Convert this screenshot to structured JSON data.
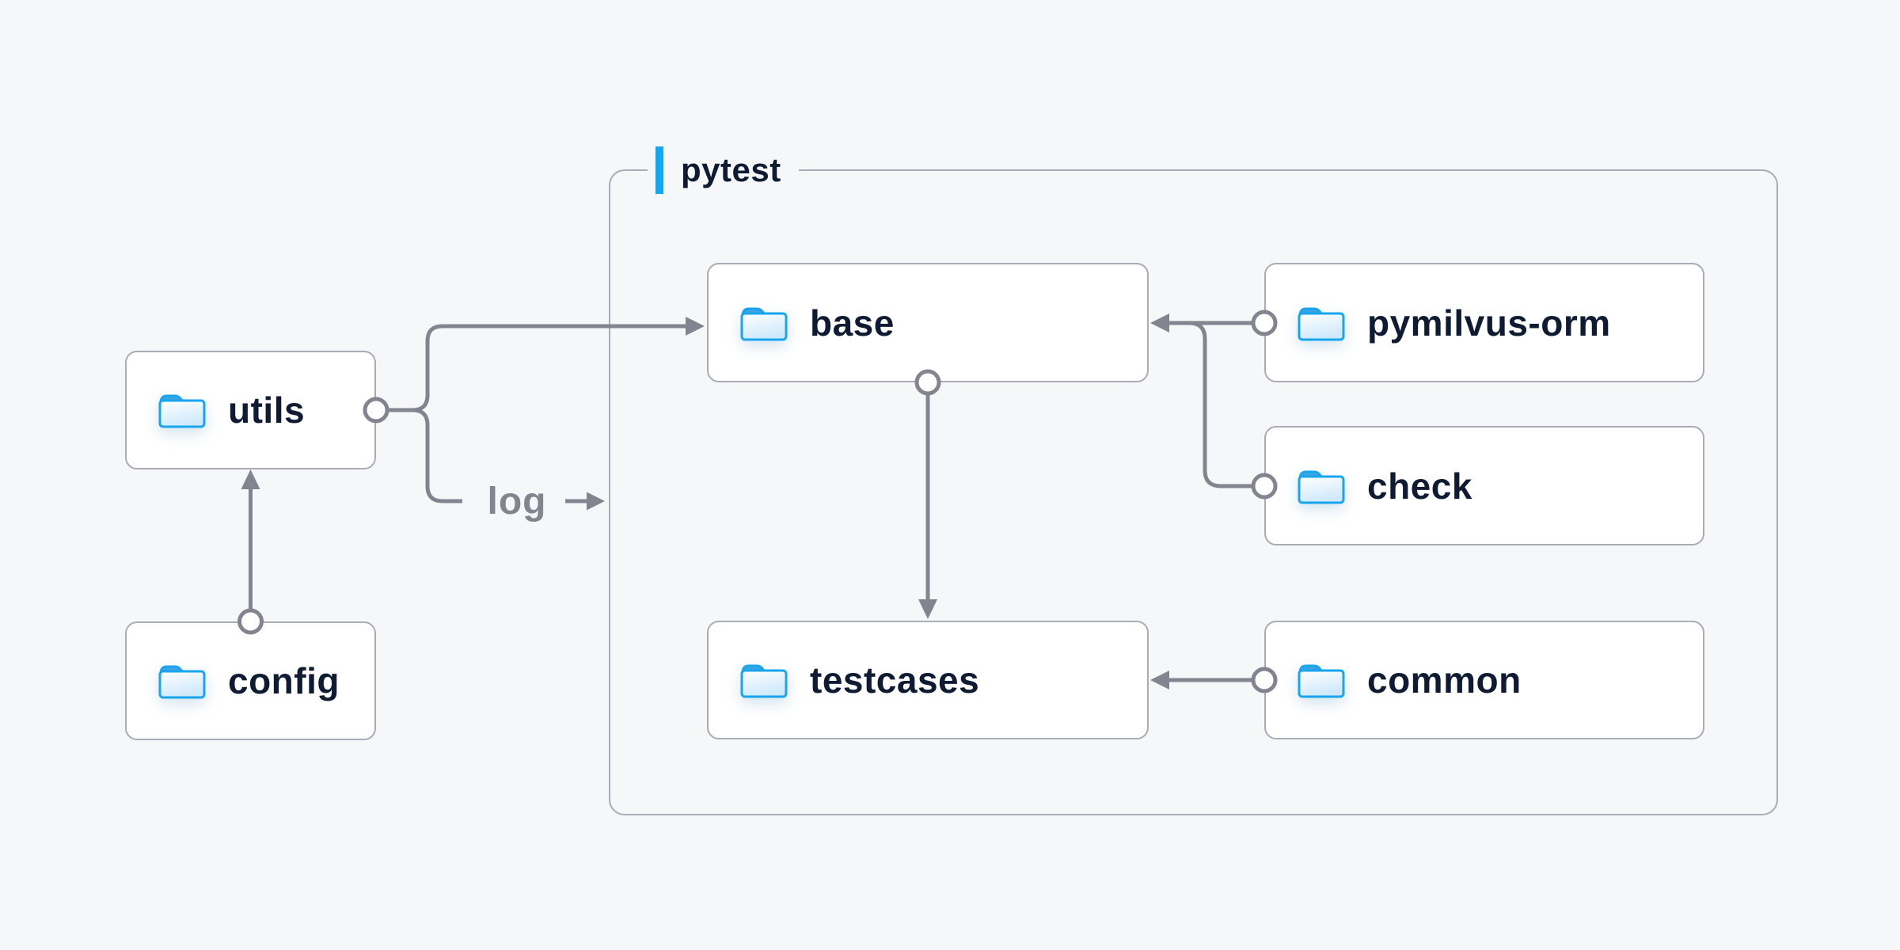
{
  "diagram": {
    "group": {
      "label": "pytest"
    },
    "nodes": [
      {
        "id": "utils",
        "label": "utils"
      },
      {
        "id": "config",
        "label": "config"
      },
      {
        "id": "base",
        "label": "base"
      },
      {
        "id": "pymilvus-orm",
        "label": "pymilvus-orm"
      },
      {
        "id": "check",
        "label": "check"
      },
      {
        "id": "testcases",
        "label": "testcases"
      },
      {
        "id": "common",
        "label": "common"
      }
    ],
    "edges": [
      {
        "from": "config",
        "to": "utils"
      },
      {
        "from": "utils",
        "to": "base"
      },
      {
        "from": "utils",
        "to": "log-out",
        "label": "log"
      },
      {
        "from": "base",
        "to": "testcases"
      },
      {
        "from": "pymilvus-orm",
        "to": "base"
      },
      {
        "from": "check",
        "to": "base"
      },
      {
        "from": "common",
        "to": "testcases"
      }
    ],
    "edge_label": {
      "text": "log"
    }
  },
  "colors": {
    "background": "#f6f7f8",
    "node_bg": "#ffffff",
    "node_border": "#a9abb6",
    "node_text": "#0e1b33",
    "connector": "#82848f",
    "accent_blue": "#12a7ef",
    "folder_stroke": "#18a5ee",
    "folder_tab": "#3fa3e2",
    "folder_fill_light": "#cfe9fb"
  }
}
